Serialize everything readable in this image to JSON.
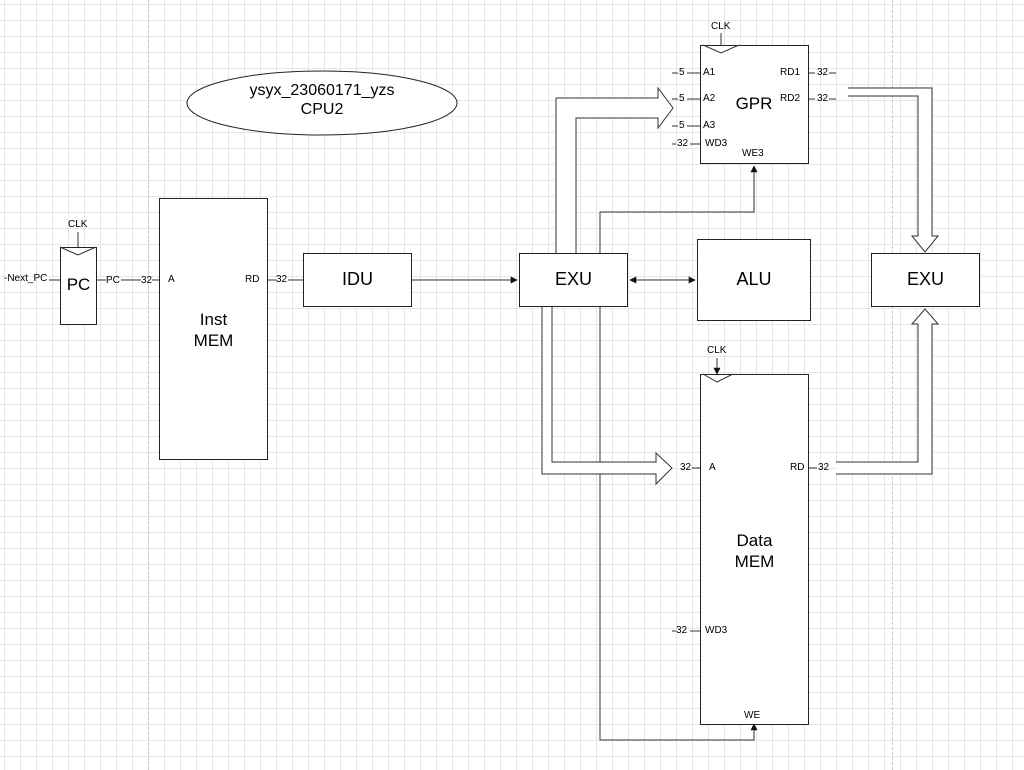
{
  "title": {
    "line1": "ysyx_23060171_yzs",
    "line2": "CPU2"
  },
  "pc": {
    "label": "PC",
    "clk": "CLK",
    "input": "-Next_PC",
    "output": "PC",
    "width_out": "32"
  },
  "inst_mem": {
    "name": "Inst\nMEM",
    "pin_a": "A",
    "pin_rd": "RD",
    "width_rd": "32"
  },
  "idu": {
    "label": "IDU"
  },
  "exu_left": {
    "label": "EXU"
  },
  "exu_right": {
    "label": "EXU"
  },
  "alu": {
    "label": "ALU"
  },
  "gpr": {
    "label": "GPR",
    "clk": "CLK",
    "pins": {
      "a1": "A1",
      "a2": "A2",
      "a3": "A3",
      "wd3": "WD3",
      "rd1": "RD1",
      "rd2": "RD2",
      "we3": "WE3"
    },
    "widths": {
      "a1": "5",
      "a2": "5",
      "a3": "5",
      "wd3": "32",
      "rd1": "32",
      "rd2": "32"
    }
  },
  "data_mem": {
    "name": "Data\nMEM",
    "clk": "CLK",
    "pins": {
      "a": "A",
      "rd": "RD",
      "wd3": "WD3",
      "we": "WE"
    },
    "widths": {
      "a": "32",
      "rd": "32",
      "wd3": "32"
    }
  }
}
